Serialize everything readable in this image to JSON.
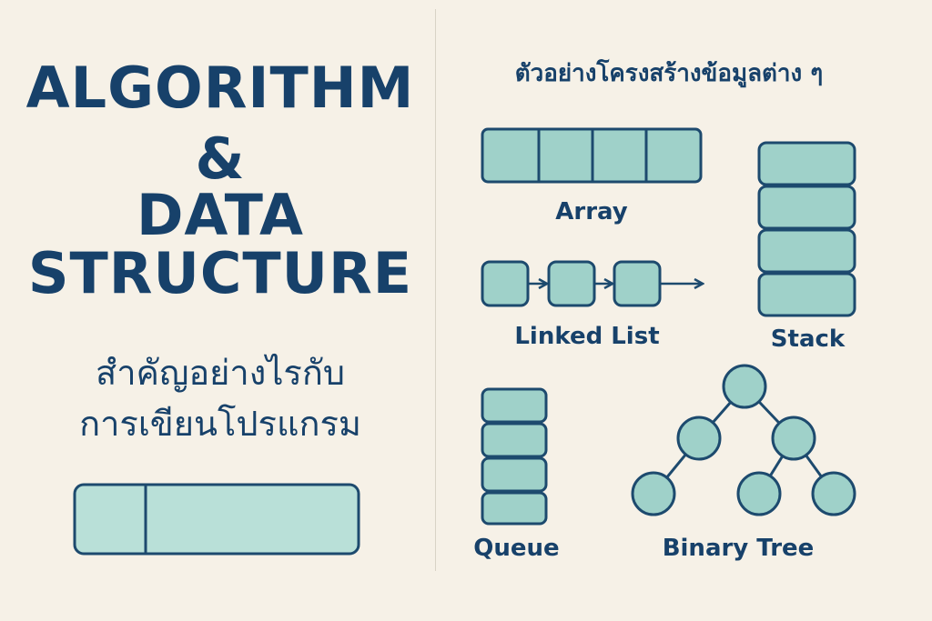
{
  "left": {
    "title_lines": [
      "ALGORITHM",
      "&",
      "DATA",
      "STRUCTURE"
    ],
    "subtitle_lines": [
      "สำคัญอย่างไรกับ",
      "การเขียนโปรแกรม"
    ]
  },
  "right": {
    "heading": "ตัวอย่างโครงสร้างข้อมูลต่าง ๆ",
    "structures": {
      "array": "Array",
      "linked_list": "Linked List",
      "stack": "Stack",
      "queue": "Queue",
      "binary_tree": "Binary Tree"
    }
  },
  "colors": {
    "fill": "#9fd1c9",
    "stroke": "#1d4a6e",
    "background": "#f6f1e7",
    "text": "#17416a"
  }
}
